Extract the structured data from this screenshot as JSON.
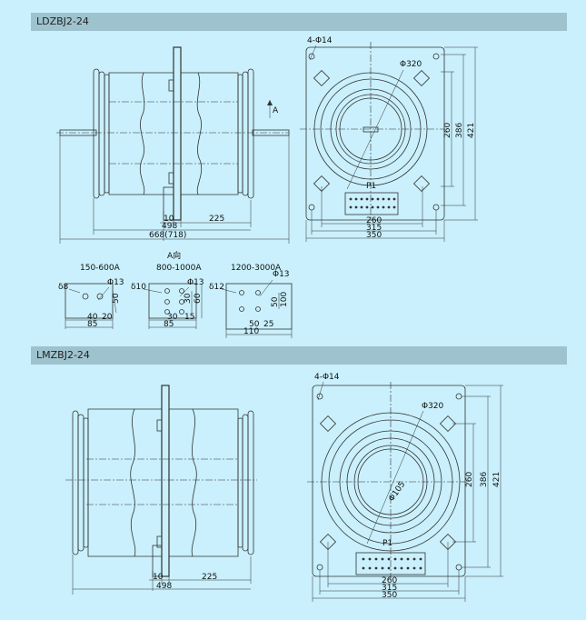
{
  "sections": [
    {
      "title": "LDZBJ2-24"
    },
    {
      "title": "LMZBJ2-24"
    }
  ],
  "top_side": {
    "dims": {
      "d10": "10",
      "d225": "225",
      "d498": "498",
      "d668": "668(718)"
    },
    "arrow_label": "A"
  },
  "top_front": {
    "holes": "4-Φ14",
    "diameter": "Φ320",
    "p1": "P1",
    "dims": {
      "h260": "260",
      "h386": "386",
      "h421": "421",
      "w260": "260",
      "w315": "315",
      "w350": "350"
    }
  },
  "aview": {
    "title": "A向",
    "details": [
      {
        "range": "150-600A",
        "thk": "δ8",
        "hole": "Φ13",
        "h": "50",
        "w1": "40",
        "w2": "20",
        "base": "85"
      },
      {
        "range": "800-1000A",
        "thk": "δ10",
        "hole": "Φ13",
        "h1": "30",
        "h2": "60",
        "w1": "30",
        "w2": "15",
        "base": "85"
      },
      {
        "range": "1200-3000A",
        "thk": "δ12",
        "hole": "Φ13",
        "h1": "50",
        "h2": "100",
        "w1": "50",
        "w2": "25",
        "base": "110"
      }
    ]
  },
  "bottom_side": {
    "dims": {
      "d10": "10",
      "d225": "225",
      "d498": "498"
    }
  },
  "bottom_front": {
    "holes": "4-Φ14",
    "diameter": "Φ320",
    "inner": "Φ105",
    "p1": "P1",
    "dims": {
      "h260": "260",
      "h386": "386",
      "h421": "421",
      "w260": "260",
      "w315": "315",
      "w350": "350"
    }
  }
}
